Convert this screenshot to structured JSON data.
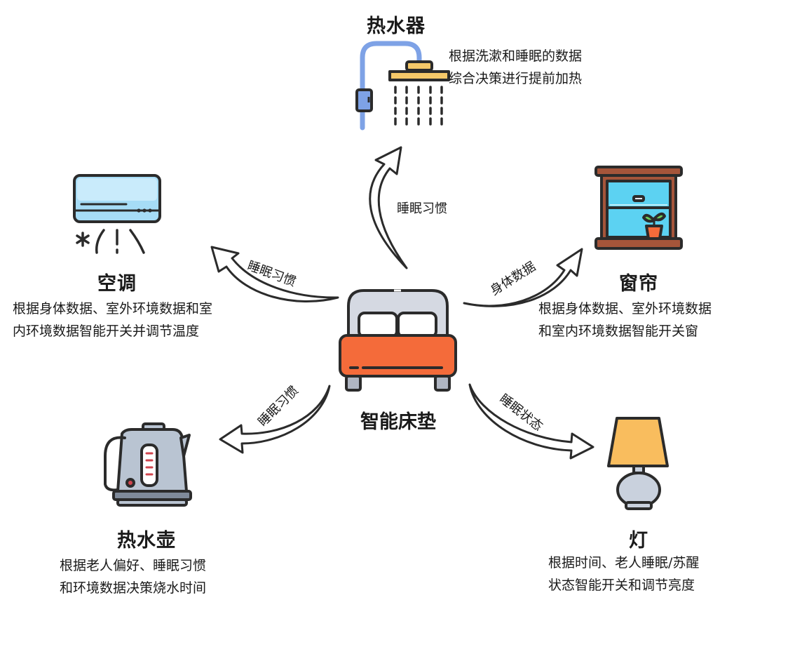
{
  "center": {
    "title": "智能床垫"
  },
  "devices": {
    "heater": {
      "title": "热水器",
      "desc": [
        "根据洗漱和睡眠的数据",
        "综合决策进行提前加热"
      ]
    },
    "ac": {
      "title": "空调",
      "desc": [
        "根据身体数据、室外环境数据和室",
        "内环境数据智能开关并调节温度"
      ]
    },
    "curtain": {
      "title": "窗帘",
      "desc": [
        "根据身体数据、室外环境数据",
        "和室内环境数据智能开关窗"
      ]
    },
    "kettle": {
      "title": "热水壶",
      "desc": [
        "根据老人偏好、睡眠习惯",
        "和环境数据决策烧水时间"
      ]
    },
    "lamp": {
      "title": "灯",
      "desc": [
        "根据时间、老人睡眠/苏醒",
        "状态智能开关和调节亮度"
      ]
    }
  },
  "arrows": {
    "to_heater": "睡眠习惯",
    "to_ac": "睡眠习惯",
    "to_curtain": "身体数据",
    "to_kettle": "睡眠习惯",
    "to_lamp": "睡眠状态"
  },
  "colors": {
    "outline": "#2b2b2b",
    "bed_blanket": "#f46b3a",
    "bed_frame": "#d5d9e2",
    "pipe_blue": "#7ea2e6",
    "shower_head": "#f5c869",
    "ac_body": "#a6dcf6",
    "window_frame": "#a5553a",
    "window_glass": "#5cd2f2",
    "kettle_body": "#b9c4d2",
    "lamp_shade": "#f9bd5e",
    "lamp_base": "#c9d1dd"
  }
}
